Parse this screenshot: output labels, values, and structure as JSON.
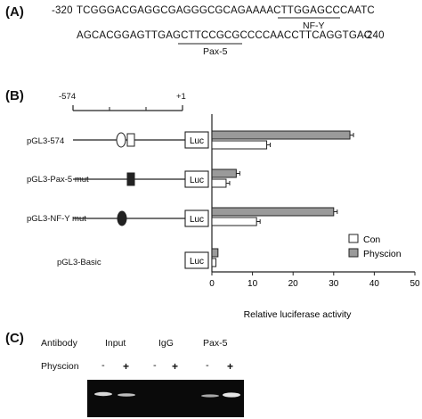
{
  "panel_a": {
    "label": "(A)",
    "start": "-320",
    "line1": "TCGGGACGAGGCGAGGGCGCAGAAAACTTGGAGCCCAATC",
    "nfy_label": "NF-Y",
    "line2": "AGCACGGAGTTGAGCTTCCGCGCCCCAACCTTCAGGTGAC",
    "end": "-240",
    "pax5_label": "Pax-5"
  },
  "panel_b": {
    "label": "(B)",
    "scale_left": "-574",
    "scale_right": "+1",
    "luc_label": "Luc"
  },
  "chart_data": {
    "type": "bar",
    "orientation": "horizontal",
    "categories": [
      "pGL3-574",
      "pGL3-Pax-5 mut",
      "pGL3-NF-Y mut",
      "pGL3-Basic"
    ],
    "series": [
      {
        "name": "Physcion",
        "color": "#9a9a9a",
        "values": [
          34,
          6,
          30,
          1.5
        ]
      },
      {
        "name": "Con",
        "color": "#ffffff",
        "values": [
          13.5,
          3.5,
          11,
          1
        ]
      }
    ],
    "xlabel": "Relative luciferase activity",
    "xlim": [
      0,
      50
    ],
    "xticks": [
      "0",
      "10",
      "20",
      "30",
      "40",
      "50"
    ],
    "legend_position": "right",
    "legend_order": [
      "Con",
      "Physcion"
    ]
  },
  "panel_c": {
    "label": "(C)",
    "antibody_label": "Antibody",
    "groups": [
      "Input",
      "IgG",
      "Pax-5"
    ],
    "physcion_label": "Physcion",
    "lanes": [
      "-",
      "+",
      "-",
      "+",
      "-",
      "+"
    ]
  }
}
